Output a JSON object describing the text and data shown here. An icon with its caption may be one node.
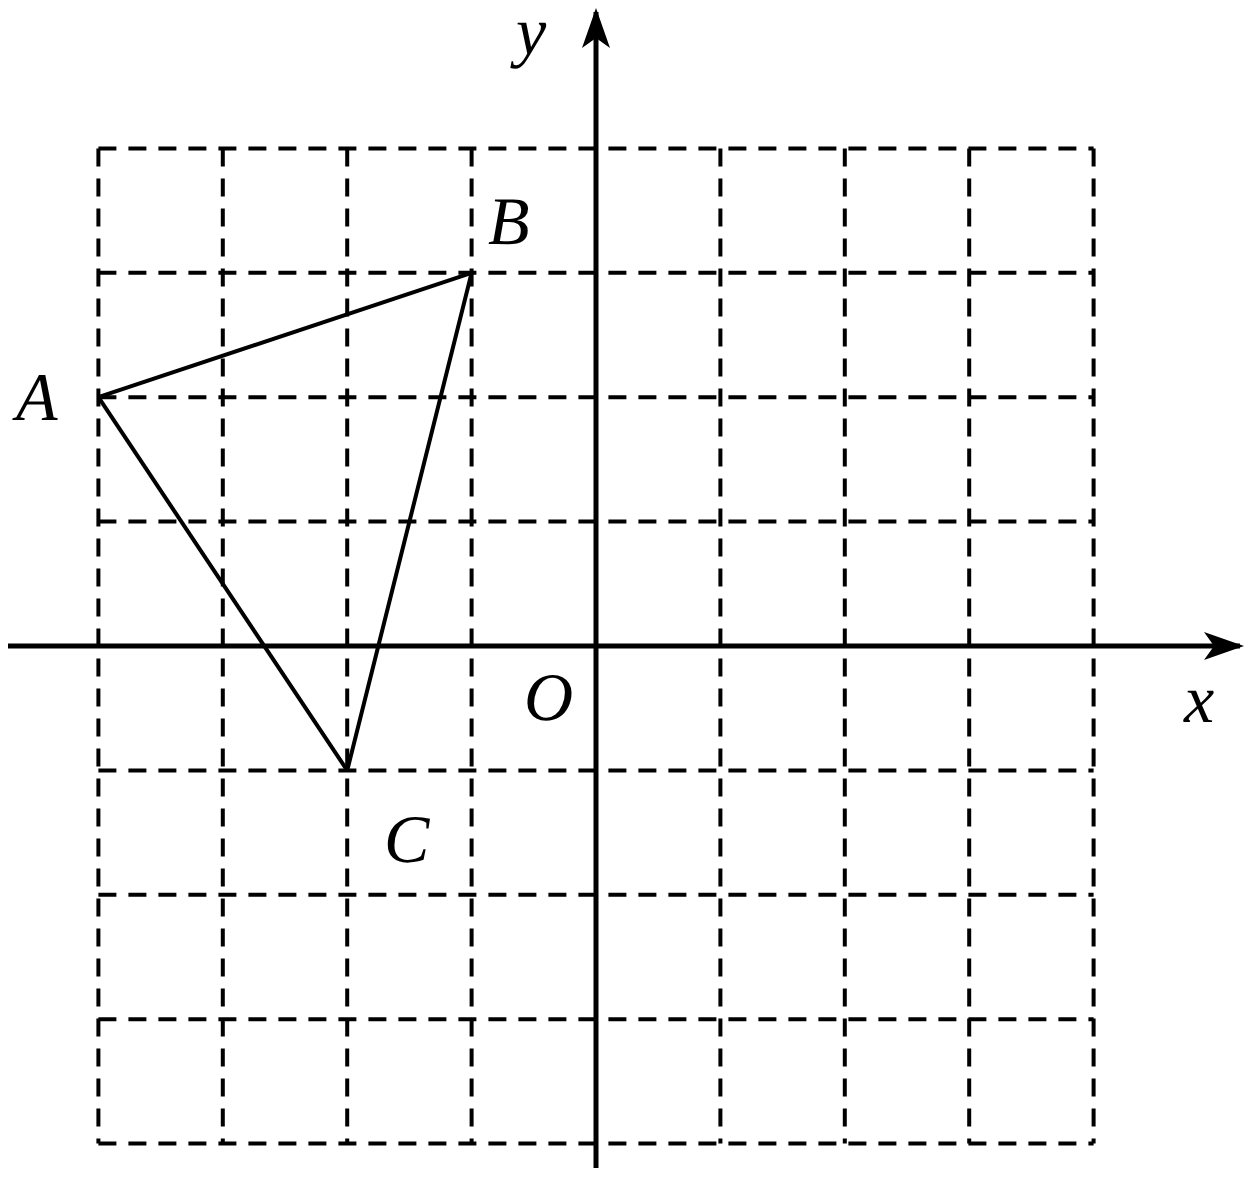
{
  "diagram": {
    "nodes": [
      {
        "text": [
          "A"
        ]
      },
      {
        "text": [
          "B"
        ]
      },
      {
        "text": [
          "C"
        ]
      }
    ],
    "edges": [
      {
        "from": 0,
        "to": 1,
        "arrow": "none"
      },
      {
        "from": 1,
        "to": 2,
        "arrow": "none"
      },
      {
        "from": 2,
        "to": 0,
        "arrow": "none"
      }
    ],
    "labels": [
      "y",
      "O",
      "x"
    ]
  }
}
